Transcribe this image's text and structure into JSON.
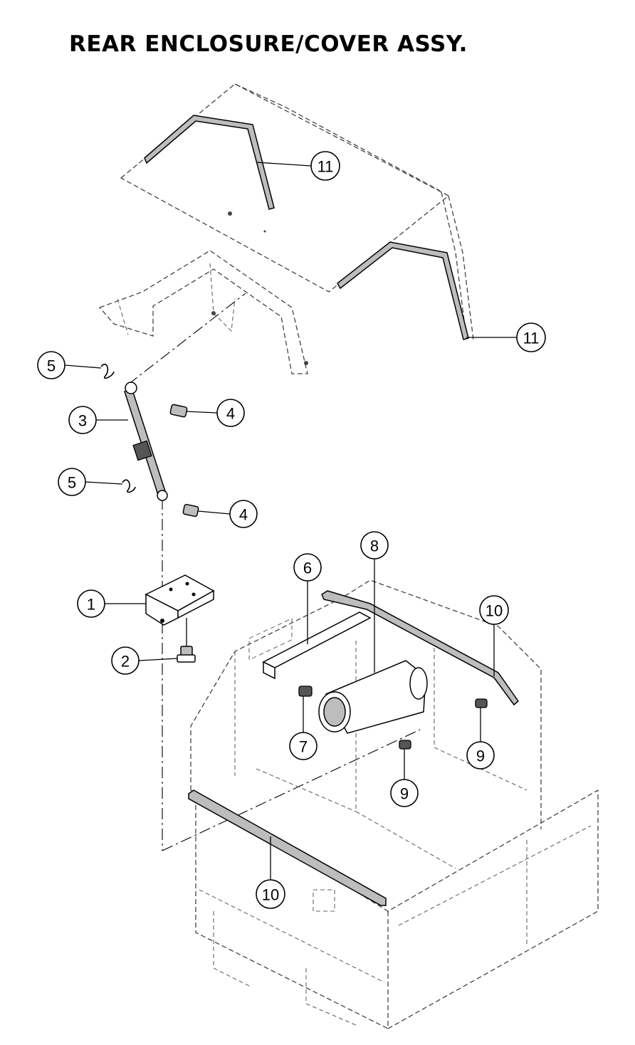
{
  "title": "REAR ENCLOSURE/COVER ASSY.",
  "callouts": [
    "11",
    "11",
    "5",
    "4",
    "3",
    "5",
    "4",
    "8",
    "6",
    "10",
    "1",
    "2",
    "7",
    "9",
    "9",
    "10"
  ]
}
